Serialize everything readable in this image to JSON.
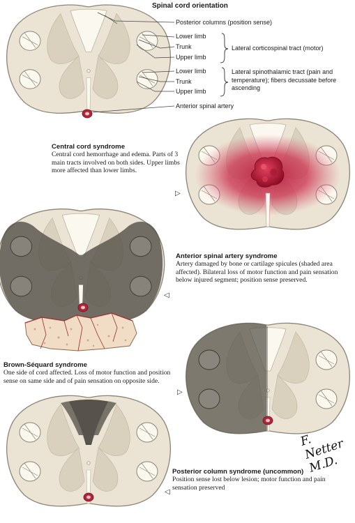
{
  "title": "Spinal cord orientation",
  "labels": {
    "posterior_columns": "Posterior columns (position sense)",
    "lower_limb_1": "Lower limb",
    "trunk_1": "Trunk",
    "upper_limb_1": "Upper limb",
    "corticospinal": "Lateral corticospinal tract (motor)",
    "lower_limb_2": "Lower limb",
    "trunk_2": "Trunk",
    "upper_limb_2": "Upper limb",
    "spinothalamic": "Lateral spinothalamic tract (pain and temperature); fibers decussate before ascending",
    "anterior_artery": "Anterior spinal artery"
  },
  "syndromes": [
    {
      "name": "Central cord syndrome",
      "description": "Central cord hemorrhage and edema. Parts of 3 main tracts involved on both sides. Upper limbs more affected than lower limbs."
    },
    {
      "name": "Anterior spinal artery syndrome",
      "description": "Artery damaged by bone or cartilage spicules (shaded area affected). Bilateral loss of motor function and pain sensation below injured segment; position sense preserved."
    },
    {
      "name": "Brown-Séquard syndrome",
      "description": "One side of cord affected. Loss of motor function and position sense on same side and of pain sensation on opposite side."
    },
    {
      "name": "Posterior column syndrome (uncommon)",
      "description": "Position sense lost below lesion; motor function and pain sensation preserved"
    }
  ],
  "signature": "F. Netter M.D.",
  "colors": {
    "cord_fill": "#ebe3d3",
    "white_matter": "#fbf8ef",
    "outline": "#8c8575",
    "hemorrhage": "#c42a48",
    "affected": "#57534c",
    "artery": "#b2243a",
    "bone": "#f1dcc5"
  }
}
